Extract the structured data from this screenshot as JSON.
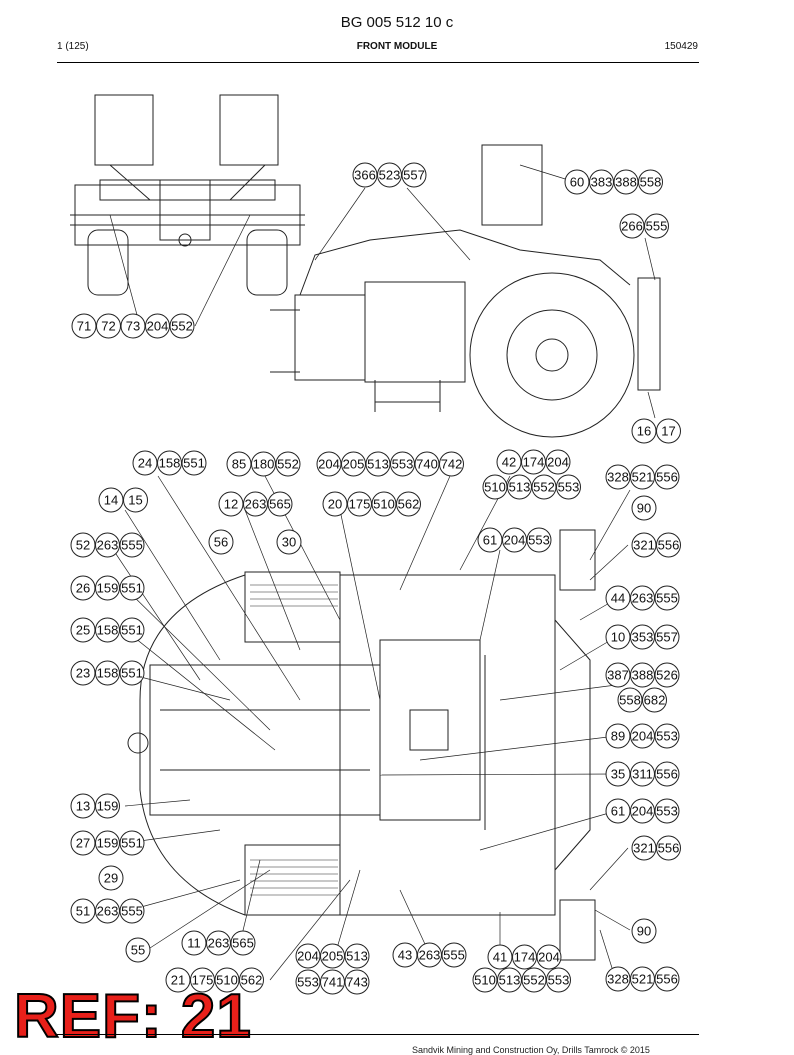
{
  "header": {
    "title": "BG 005 512 10 c",
    "page": "1 (125)",
    "module": "FRONT MODULE",
    "date": "150429"
  },
  "callout_groups": [
    [
      "71",
      "72",
      "73",
      "204",
      "552"
    ],
    [
      "366",
      "523",
      "557"
    ],
    [
      "60",
      "383",
      "388",
      "558"
    ],
    [
      "266",
      "555"
    ],
    [
      "16",
      "17"
    ],
    [
      "24",
      "158",
      "551"
    ],
    [
      "85",
      "180",
      "552"
    ],
    [
      "204",
      "205",
      "513",
      "553",
      "740",
      "742"
    ],
    [
      "42",
      "174",
      "204"
    ],
    [
      "510",
      "513",
      "552",
      "553"
    ],
    [
      "328",
      "521",
      "556"
    ],
    [
      "14",
      "15"
    ],
    [
      "12",
      "263",
      "565"
    ],
    [
      "20",
      "175",
      "510",
      "562"
    ],
    [
      "90"
    ],
    [
      "61",
      "204",
      "553"
    ],
    [
      "52",
      "263",
      "555"
    ],
    [
      "56"
    ],
    [
      "30"
    ],
    [
      "321",
      "556"
    ],
    [
      "26",
      "159",
      "551"
    ],
    [
      "44",
      "263",
      "555"
    ],
    [
      "25",
      "158",
      "551"
    ],
    [
      "10",
      "353",
      "557"
    ],
    [
      "23",
      "158",
      "551"
    ],
    [
      "387",
      "388",
      "526"
    ],
    [
      "558",
      "682"
    ],
    [
      "89",
      "204",
      "553"
    ],
    [
      "35",
      "311",
      "556"
    ],
    [
      "13",
      "159"
    ],
    [
      "61",
      "204",
      "553"
    ],
    [
      "27",
      "159",
      "551"
    ],
    [
      "321",
      "556"
    ],
    [
      "29"
    ],
    [
      "51",
      "263",
      "555"
    ],
    [
      "90"
    ],
    [
      "55"
    ],
    [
      "11",
      "263",
      "565"
    ],
    [
      "204",
      "205",
      "513"
    ],
    [
      "43",
      "263",
      "555"
    ],
    [
      "41",
      "174",
      "204"
    ],
    [
      "553",
      "741",
      "743"
    ],
    [
      "21",
      "175",
      "510",
      "562"
    ],
    [
      "510",
      "513",
      "552",
      "553"
    ],
    [
      "328",
      "521",
      "556"
    ]
  ],
  "reference_stamp": "REF: 21",
  "footer_text": "Sandvik Mining and Construction Oy, Drills Tamrock © 2015"
}
